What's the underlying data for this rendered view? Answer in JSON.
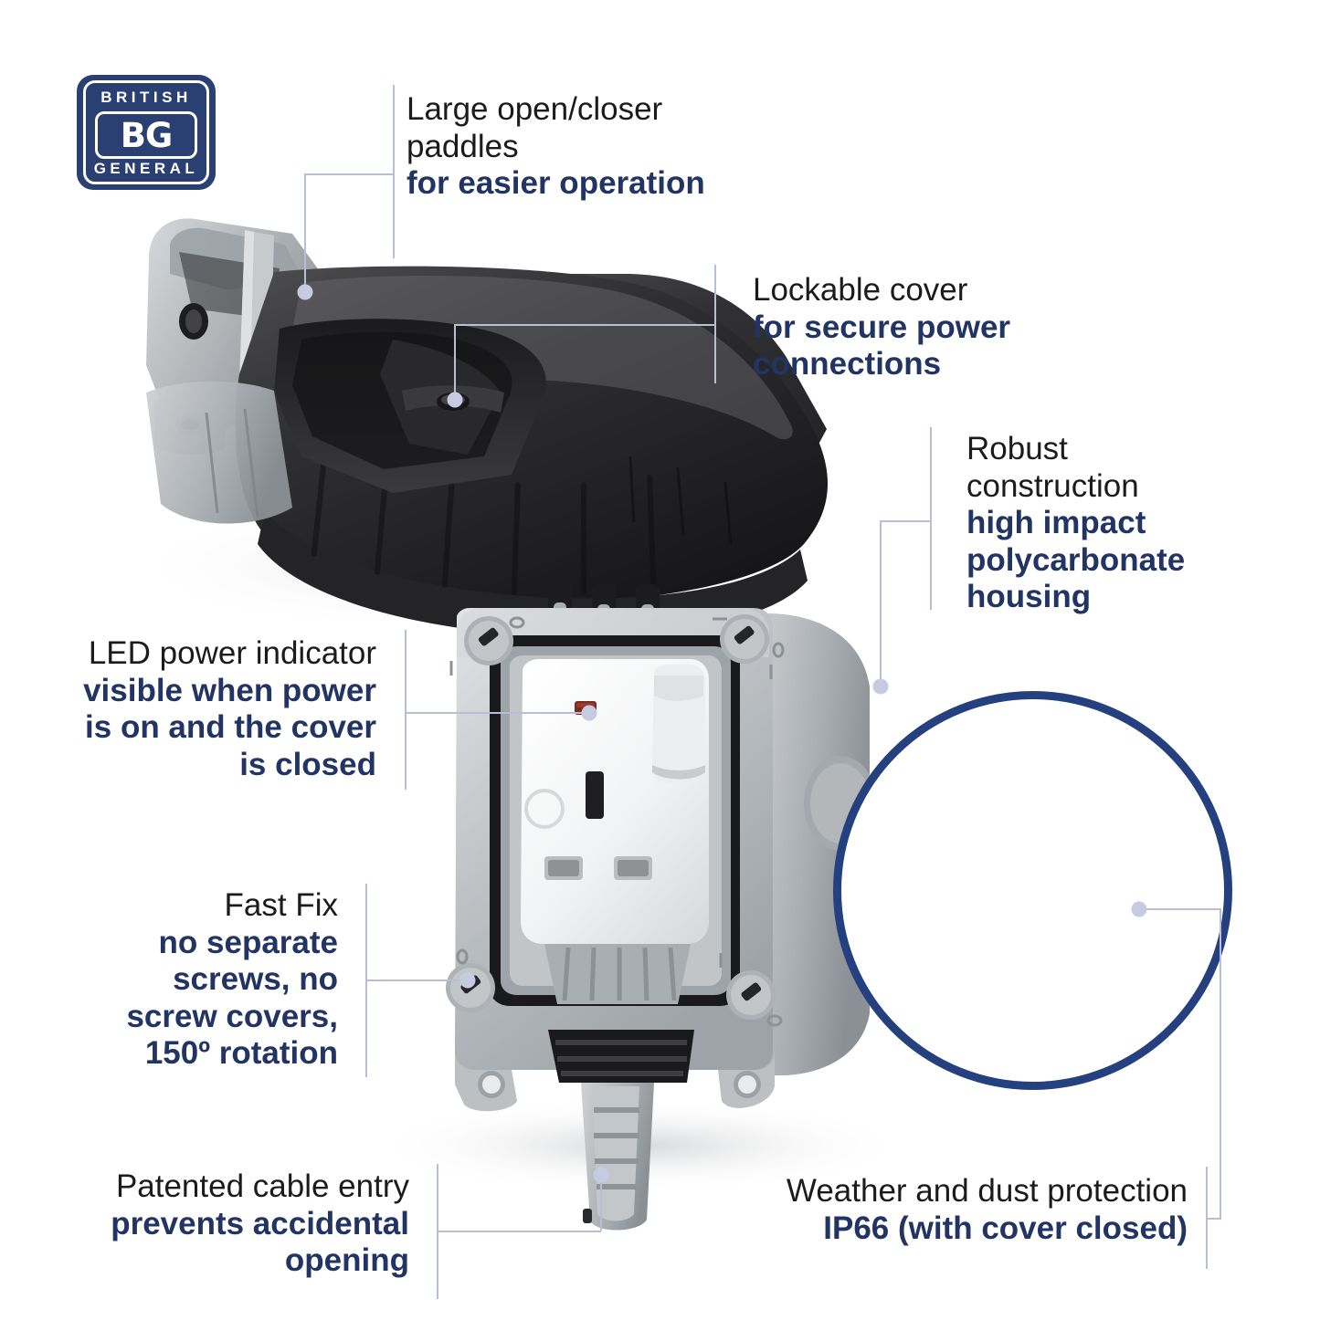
{
  "brand": {
    "logo_top": "BRITISH",
    "logo_mid": "BG",
    "logo_bottom": "GENERAL",
    "logo_color": "#2a4073"
  },
  "colors": {
    "accent_navy": "#223463",
    "circle_blue": "#25407e",
    "leader_line": "#b9bed4",
    "body_text": "#1b1b1b",
    "housing_grey": "#b9bcbe",
    "cover_black": "#2c2c2e",
    "led_red": "#7a2b22",
    "background": "#ffffff"
  },
  "callouts": [
    {
      "id": "paddles",
      "plain": "Large open/closer paddles",
      "bold": "for easier operation"
    },
    {
      "id": "lockable-cover",
      "plain": "Lockable cover",
      "bold": "for secure power connections"
    },
    {
      "id": "robust-construction",
      "plain": "Robust construction",
      "bold": "high impact polycarbonate housing"
    },
    {
      "id": "led-indicator",
      "plain": "LED power indicator",
      "bold": "visible when power is on and the cover is closed"
    },
    {
      "id": "fast-fix",
      "plain": "Fast Fix",
      "bold": "no separate screws, no screw covers, 150º rotation"
    },
    {
      "id": "cable-entry",
      "plain": "Patented cable entry",
      "bold": "prevents accidental opening"
    },
    {
      "id": "ip-rating",
      "plain": "Weather and dust protection",
      "bold": "IP66 (with cover closed)"
    }
  ],
  "callout_text": {
    "paddles_l1": "Large open/closer",
    "paddles_l2": "paddles",
    "paddles_b1": "for easier operation",
    "lockable_l1": "Lockable cover",
    "lockable_b1": "for secure power",
    "lockable_b2": "connections",
    "robust_l1": "Robust",
    "robust_l2": "construction",
    "robust_b1": "high impact",
    "robust_b2": "polycarbonate",
    "robust_b3": "housing",
    "led_l1": "LED power indicator",
    "led_b1": "visible when power",
    "led_b2": "is on and the cover",
    "led_b3": "is closed",
    "fastfix_l1": "Fast Fix",
    "fastfix_b1": "no separate",
    "fastfix_b2": "screws, no",
    "fastfix_b3": "screw covers,",
    "fastfix_b4": "150º rotation",
    "cable_l1": "Patented cable entry",
    "cable_b1": "prevents accidental",
    "cable_b2": "opening",
    "ip_l1": "Weather and dust protection",
    "ip_b1": "IP66 (with cover closed)"
  },
  "product": {
    "name": "weatherproof-outdoor-socket",
    "main_view": "open-cover-socket",
    "inset_view": "closed-cover-unit"
  }
}
